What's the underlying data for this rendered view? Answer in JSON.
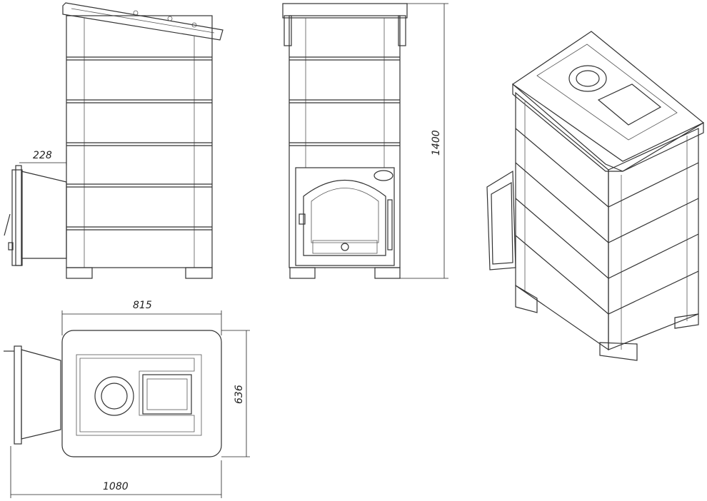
{
  "title": "Stove technical drawing",
  "dimensions": {
    "side_offset": "228",
    "width": "815",
    "height": "1400",
    "depth": "636",
    "total_length": "1080"
  },
  "colors": {
    "line": "#333333",
    "background": "#ffffff"
  }
}
